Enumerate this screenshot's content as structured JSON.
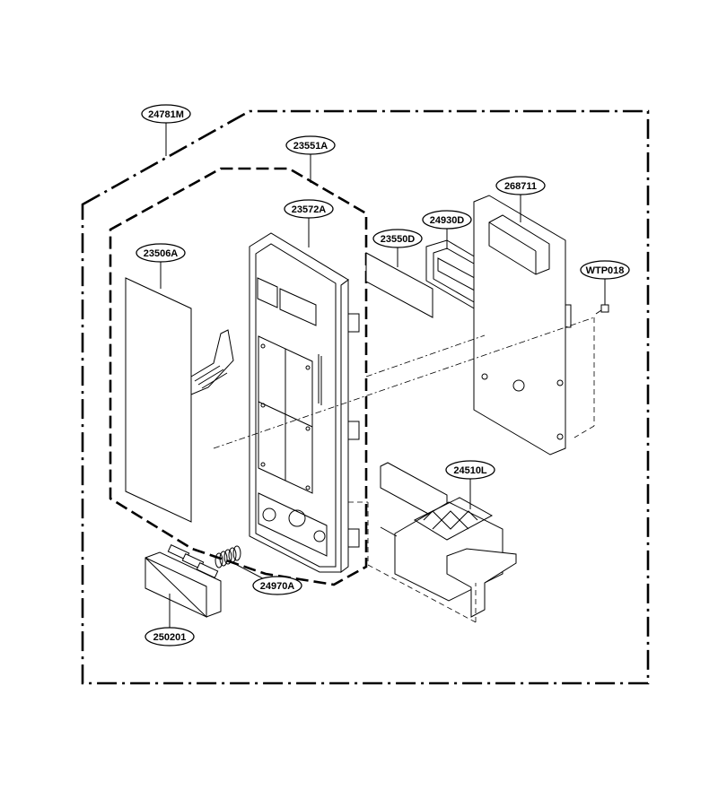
{
  "parts": [
    {
      "id": "outer_assembly",
      "label": "24781M"
    },
    {
      "id": "panel_subassembly",
      "label": "23551A"
    },
    {
      "id": "front_frame",
      "label": "23572A"
    },
    {
      "id": "membrane_sheet",
      "label": "23506A"
    },
    {
      "id": "window_film",
      "label": "23550D"
    },
    {
      "id": "display_holder",
      "label": "24930D"
    },
    {
      "id": "pcb_board",
      "label": "268711"
    },
    {
      "id": "screw",
      "label": "WTP018"
    },
    {
      "id": "latch_lever",
      "label": "24510L"
    },
    {
      "id": "spring",
      "label": "24970A"
    },
    {
      "id": "push_button",
      "label": "250201"
    }
  ]
}
